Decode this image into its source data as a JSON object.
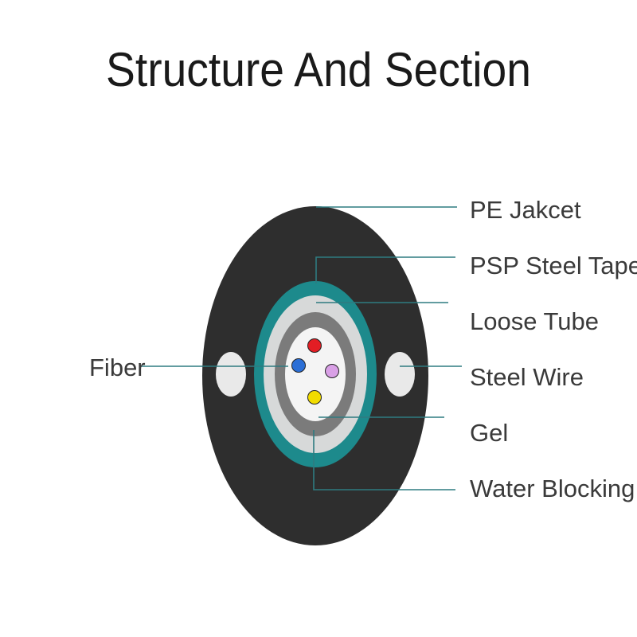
{
  "title": "Structure And Section",
  "labels": {
    "pe_jacket": "PE Jakcet",
    "psp_steel_tape": "PSP Steel Tape",
    "loose_tube": "Loose Tube",
    "steel_wire": "Steel Wire",
    "gel": "Gel",
    "water_blocking": "Water Blocking",
    "fiber": "Fiber"
  },
  "colors": {
    "jacket": "#2e2e2e",
    "steel_tape": "#1d8a8c",
    "water_blocking": "#d7d9d9",
    "loose_tube": "#7b7b7b",
    "gel": "#f4f4f4",
    "steel_wire": "#e9e9e9",
    "fiber_red": "#e31e24",
    "fiber_blue": "#2c6fd6",
    "fiber_violet": "#d9a0e6",
    "fiber_yellow": "#f2dc00",
    "leader_line": "#2f7b80"
  }
}
